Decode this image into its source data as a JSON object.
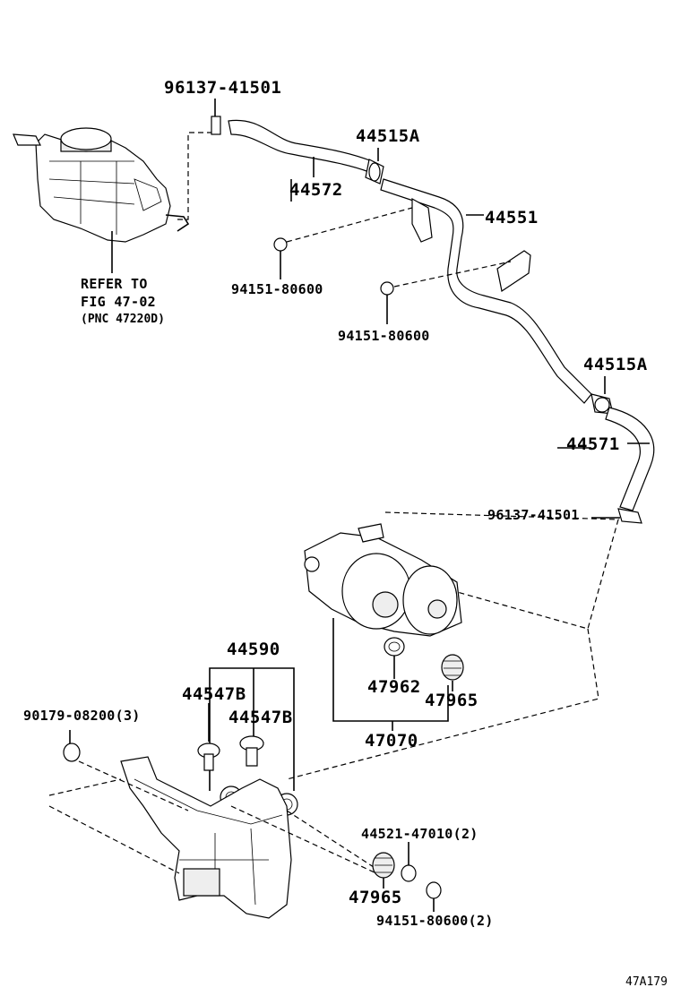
{
  "labels": {
    "l_96137_top": "96137-41501",
    "l_44515a_top": "44515A",
    "l_44572": "44572",
    "l_44551": "44551",
    "l_94151_a": "94151-80600",
    "l_94151_b": "94151-80600",
    "l_44515a_mid": "44515A",
    "l_44571": "44571",
    "l_96137_mid": "96137-41501",
    "l_44590": "44590",
    "l_44547b_a": "44547B",
    "l_44547b_b": "44547B",
    "l_90179": "90179-08200(3)",
    "l_47962": "47962",
    "l_47965_a": "47965",
    "l_47070": "47070",
    "l_44521": "44521-47010(2)",
    "l_47965_b": "47965",
    "l_94151_c": "94151-80600(2)",
    "refer_1": "REFER TO",
    "refer_2": "FIG 47-02",
    "refer_3": "(PNC 47220D)",
    "fig_code": "47A179"
  }
}
